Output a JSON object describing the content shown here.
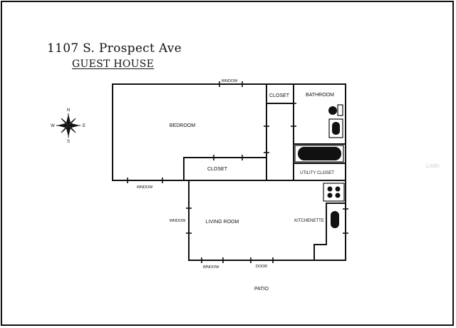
{
  "title": "1107 S. Prospect Ave",
  "subtitle": "GUEST HOUSE",
  "compass": {
    "north": "N",
    "south": "S",
    "east": "E",
    "west": "W"
  },
  "rooms": {
    "bedroom": "BEDROOM",
    "closet_top": "CLOSET",
    "bathroom": "BATHROOM",
    "closet_mid": "CLOSET",
    "utility_closet": "UTILITY CLOSET",
    "living_room": "LIVING ROOM",
    "kitchenette": "KITCHENETTE",
    "patio": "PATIO"
  },
  "openings": {
    "window_top": "WNDOW",
    "window_left_bedroom": "WNDOW",
    "window_living_left": "WNDOW",
    "window_bottom": "WNDOW",
    "door_bottom": "DOOR"
  },
  "watermark": "Listin"
}
